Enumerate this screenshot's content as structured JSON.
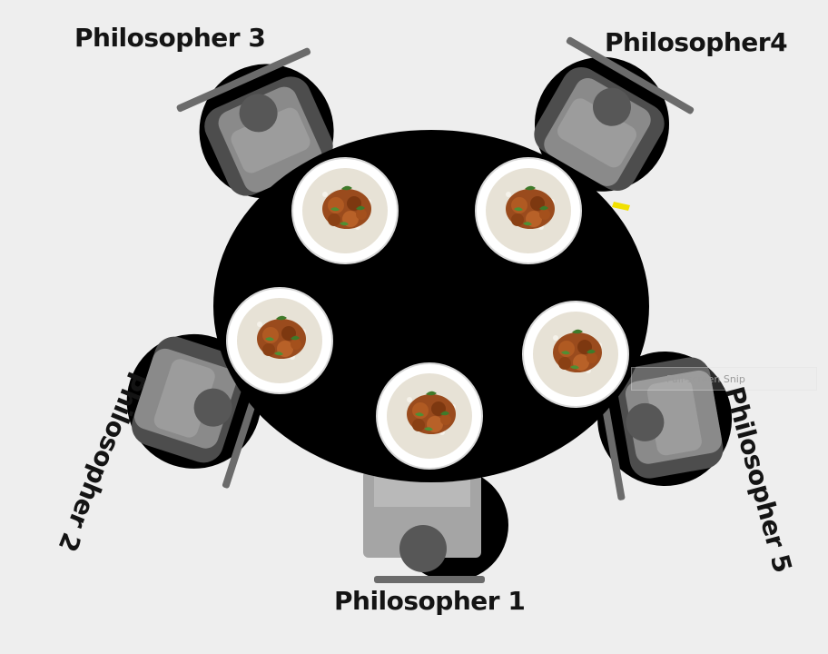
{
  "philosophers": [
    {
      "id": "p1",
      "label": "Philosopher 1"
    },
    {
      "id": "p2",
      "label": "Philosopher 2"
    },
    {
      "id": "p3",
      "label": "Philosopher 3"
    },
    {
      "id": "p4",
      "label": "Philosopher4"
    },
    {
      "id": "p5",
      "label": "Philosopher 5"
    }
  ],
  "overlay": {
    "snip_label": "Full-screen Snip"
  },
  "colors": {
    "background": "#eeeeee",
    "table": "#000000",
    "chair_back": "#6b6b6b",
    "chair_seat": "#5a5a5a",
    "person_body": "#9a9a9a",
    "head": "#575757",
    "plate": "#ffffff",
    "rice": "#e7e2d6",
    "curry": "#9a4b1d",
    "herb": "#3f7a2a",
    "label": "#141414"
  },
  "icons": [
    "round-table",
    "plate-of-curry-rice",
    "chair",
    "seated-person"
  ]
}
